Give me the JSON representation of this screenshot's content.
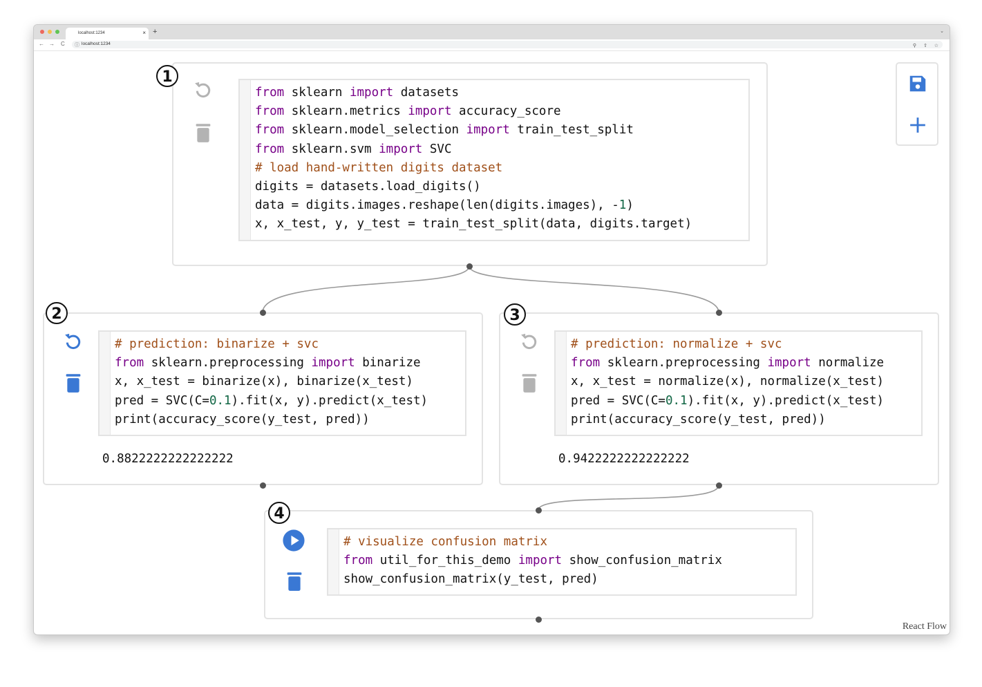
{
  "browser": {
    "tab_title": "localhost:1234",
    "tab_close": "×",
    "new_tab": "+",
    "tab_dropdown": "⌄",
    "url": "localhost:1234",
    "back": "←",
    "forward": "→",
    "reload": "C",
    "info": "ⓘ",
    "zoom_icon": "⚲",
    "share_icon": "⇧",
    "bookmark_icon": "☆"
  },
  "toolbar": {
    "save_icon": "save-icon",
    "add_icon": "plus-icon"
  },
  "nodes": [
    {
      "badge": "1",
      "state": "idle",
      "code": [
        [
          [
            "kw",
            "from"
          ],
          [
            "t",
            " sklearn "
          ],
          [
            "kw",
            "import"
          ],
          [
            "t",
            " datasets"
          ]
        ],
        [
          [
            "kw",
            "from"
          ],
          [
            "t",
            " sklearn.metrics "
          ],
          [
            "kw",
            "import"
          ],
          [
            "t",
            " accuracy_score"
          ]
        ],
        [
          [
            "kw",
            "from"
          ],
          [
            "t",
            " sklearn.model_selection "
          ],
          [
            "kw",
            "import"
          ],
          [
            "t",
            " train_test_split"
          ]
        ],
        [
          [
            "kw",
            "from"
          ],
          [
            "t",
            " sklearn.svm "
          ],
          [
            "kw",
            "import"
          ],
          [
            "t",
            " SVC"
          ]
        ],
        [
          [
            "cm",
            "# load hand-written digits dataset"
          ]
        ],
        [
          [
            "t",
            "digits = datasets.load_digits()"
          ]
        ],
        [
          [
            "t",
            "data = digits.images.reshape(len(digits.images), -"
          ],
          [
            "num",
            "1"
          ],
          [
            "t",
            ")"
          ]
        ],
        [
          [
            "t",
            "x, x_test, y, y_test = train_test_split(data, digits.target)"
          ]
        ]
      ],
      "output": ""
    },
    {
      "badge": "2",
      "state": "active",
      "code": [
        [
          [
            "cm",
            "# prediction: binarize + svc"
          ]
        ],
        [
          [
            "kw",
            "from"
          ],
          [
            "t",
            " sklearn.preprocessing "
          ],
          [
            "kw",
            "import"
          ],
          [
            "t",
            " binarize"
          ]
        ],
        [
          [
            "t",
            "x, x_test = binarize(x), binarize(x_test)"
          ]
        ],
        [
          [
            "t",
            "pred = SVC(C="
          ],
          [
            "num",
            "0.1"
          ],
          [
            "t",
            ").fit(x, y).predict(x_test)"
          ]
        ],
        [
          [
            "t",
            "print(accuracy_score(y_test, pred))"
          ]
        ]
      ],
      "output": "0.8822222222222222"
    },
    {
      "badge": "3",
      "state": "idle",
      "code": [
        [
          [
            "cm",
            "# prediction: normalize + svc"
          ]
        ],
        [
          [
            "kw",
            "from"
          ],
          [
            "t",
            " sklearn.preprocessing "
          ],
          [
            "kw",
            "import"
          ],
          [
            "t",
            " normalize"
          ]
        ],
        [
          [
            "t",
            "x, x_test = normalize(x), normalize(x_test)"
          ]
        ],
        [
          [
            "t",
            "pred = SVC(C="
          ],
          [
            "num",
            "0.1"
          ],
          [
            "t",
            ").fit(x, y).predict(x_test)"
          ]
        ],
        [
          [
            "t",
            "print(accuracy_score(y_test, pred))"
          ]
        ]
      ],
      "output": "0.9422222222222222"
    },
    {
      "badge": "4",
      "state": "runnable",
      "code": [
        [
          [
            "cm",
            "# visualize confusion matrix"
          ]
        ],
        [
          [
            "kw",
            "from"
          ],
          [
            "t",
            " util_for_this_demo "
          ],
          [
            "kw",
            "import"
          ],
          [
            "t",
            " show_confusion_matrix"
          ]
        ],
        [
          [
            "t",
            "show_confusion_matrix(y_test, pred)"
          ]
        ]
      ],
      "output": ""
    }
  ],
  "colors": {
    "accent": "#3a78d4",
    "muted": "#b3b3b3",
    "keyword": "#770088",
    "comment": "#a0501a",
    "number": "#116644"
  },
  "attribution": "React Flow"
}
